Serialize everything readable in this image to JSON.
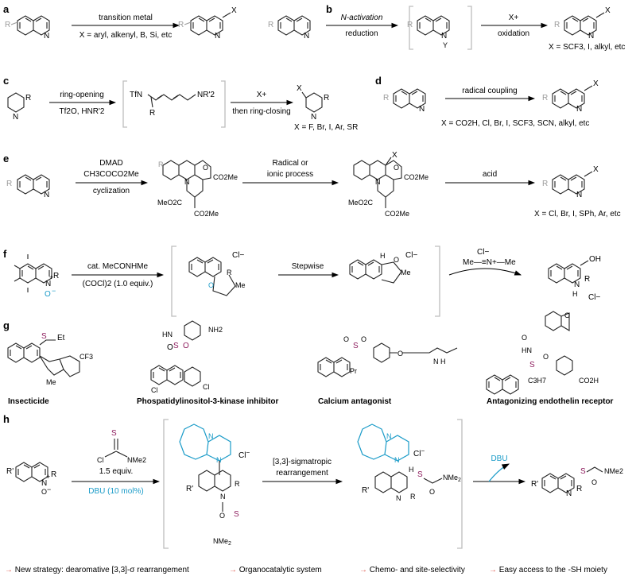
{
  "panels": {
    "a": {
      "label": "a",
      "arrow_top": "transition metal",
      "arrow_bottom": "X = aryl, alkenyl, B, Si, etc",
      "x_sub": "X",
      "r_sub": "R"
    },
    "b": {
      "label": "b",
      "arrow1_top": "N-activation",
      "arrow1_bottom": "reduction",
      "int_sub": "Y",
      "arrow2_top": "X+",
      "arrow2_bottom": "oxidation",
      "scope": "X = SCF3, I, alkyl, etc"
    },
    "c": {
      "label": "c",
      "arrow1_top": "ring-opening",
      "arrow1_bottom": "Tf2O, HNR'2",
      "int_left": "TfN",
      "int_right": "NR'2",
      "int_r": "R",
      "arrow2_top": "X+",
      "arrow2_bottom": "then ring-closing",
      "scope": "X = F, Br, I, Ar, SR"
    },
    "d": {
      "label": "d",
      "arrow_top": "radical coupling",
      "scope": "X = CO2H, Cl, Br, I, SCF3, SCN, alkyl, etc"
    },
    "e": {
      "label": "e",
      "arrow1_top": "DMAD",
      "arrow1_mid": "CH3COCO2Me",
      "arrow1_bottom": "cyclization",
      "ester": "CO2Me",
      "ester_left": "MeO2C",
      "arrow2_top": "Radical or",
      "arrow2_bottom": "ionic process",
      "arrow3_top": "acid",
      "scope": "X = Cl, Br, I, SPh, Ar, etc"
    },
    "f": {
      "label": "f",
      "arrow1_top": "cat. MeCONHMe",
      "arrow1_bottom": "(COCl)2 (1.0 equiv.)",
      "cl": "Cl−",
      "me": "Me",
      "stepwise": "Stepwise",
      "byproduct": "Me—≡N+—Me",
      "oh": "OH",
      "h": "H"
    },
    "g": {
      "label": "g",
      "names": [
        "Insecticide",
        "Phospatidylinositol-3-kinase inhibitor",
        "Calcium antagonist",
        "Antagonizing endothelin receptor"
      ],
      "et": "Et",
      "nh2": "NH2",
      "cf3": "CF3",
      "c3h7": "C3H7",
      "co2h": "CO2H",
      "pr": "Pr",
      "hn": "HN",
      "nh": "N H"
    },
    "h": {
      "label": "h",
      "reagent_amount": "1.5 equiv.",
      "reagent_nme2": "NMe2",
      "catalyst": "DBU (10 mol%)",
      "arrow2_top": "[3,3]-sigmatropic",
      "arrow2_bottom": "rearrangement",
      "arrow3_top": "DBU",
      "product_group": "NMe2"
    },
    "footer": [
      {
        "text": "New strategy: dearomative [3,3]-σ rearrangement"
      },
      {
        "text": "Organocatalytic system"
      },
      {
        "text": "Chemo- and site-selectivity"
      },
      {
        "text": "Easy access to the -SH moiety"
      }
    ],
    "footer_arrow": "→"
  },
  "colors": {
    "teal": "#1a9bc8",
    "sulfur": "#8e1d5e",
    "arrow_red": "#e0645a",
    "grey_r": "#9a9a9a"
  }
}
